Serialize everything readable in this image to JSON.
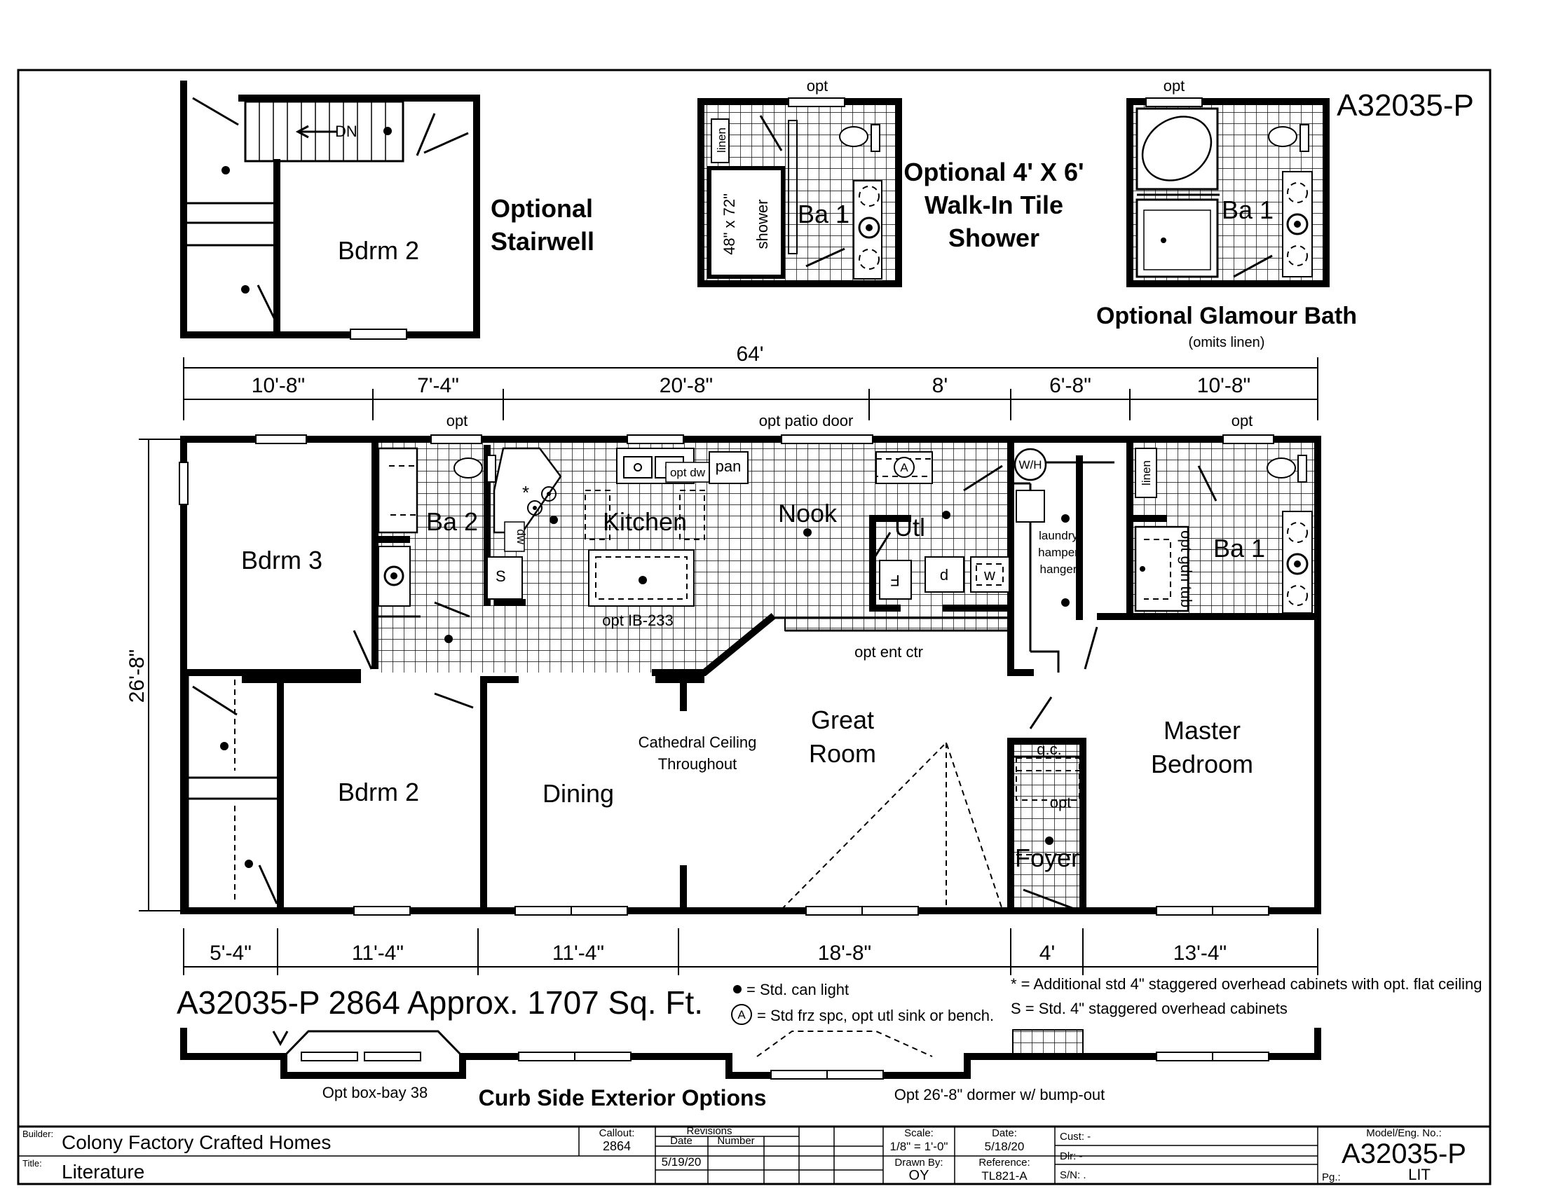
{
  "model_code": "A32035-P",
  "summary": "A32035-P 2864  Approx. 1707 Sq. Ft.",
  "inset_stairwell": {
    "title_line1": "Optional",
    "title_line2": "Stairwell",
    "room": "Bdrm 2",
    "stair": "DN"
  },
  "inset_shower": {
    "title_line1": "Optional 4' X 6'",
    "title_line2": "Walk-In Tile",
    "title_line3": "Shower",
    "opt": "opt",
    "linen": "linen",
    "shower_size": "48\" x 72\"",
    "shower": "shower",
    "room": "Ba 1"
  },
  "inset_glamour": {
    "title": "Optional Glamour Bath",
    "subtitle": "(omits linen)",
    "opt": "opt",
    "room": "Ba 1"
  },
  "dimensions": {
    "overall_width": "64'",
    "overall_depth": "26'-8\"",
    "top": [
      "10'-8\"",
      "7'-4\"",
      "20'-8\"",
      "8'",
      "6'-8\"",
      "10'-8\""
    ],
    "bottom": [
      "5'-4\"",
      "11'-4\"",
      "11'-4\"",
      "18'-8\"",
      "4'",
      "13'-4\""
    ]
  },
  "rooms": {
    "bdrm3": "Bdrm 3",
    "ba2": "Ba 2",
    "kitchen": "Kitchen",
    "nook": "Nook",
    "utl": "Utl",
    "ba1": "Ba 1",
    "bdrm2": "Bdrm 2",
    "dining": "Dining",
    "great_room_1": "Great",
    "great_room_2": "Room",
    "master_1": "Master",
    "master_2": "Bedroom",
    "foyer": "Foyer"
  },
  "labels": {
    "opt_ba2": "opt",
    "opt_patio": "opt patio door",
    "opt_master": "opt",
    "opt_dw": "opt dw",
    "pan": "pan",
    "dw": "dw",
    "s": "S",
    "star": "*",
    "opt_ib": "opt IB-233",
    "opt_ent_ctr": "opt ent ctr",
    "cathedral_1": "Cathedral Ceiling",
    "cathedral_2": "Throughout",
    "laundry_1": "laundry",
    "laundry_2": "hamper",
    "laundry_3": "hanger",
    "linen": "linen",
    "opt_gdn_tub": "opt gdn tub",
    "gc": "g.c.",
    "opt_foyer": "opt",
    "d": "d",
    "w": "w",
    "f": "F",
    "a": "A",
    "wh": "W/H"
  },
  "legend": {
    "can_light": "= Std. can light",
    "frz_spc": "= Std frz spc, opt utl sink or bench.",
    "star_note": "* = Additional std 4\" staggered overhead cabinets with opt. flat ceiling",
    "s_note": "S = Std. 4\" staggered overhead cabinets"
  },
  "exterior": {
    "title": "Curb Side Exterior Options",
    "box_bay": "Opt box-bay 38",
    "dormer": "Opt 26'-8\" dormer w/ bump-out"
  },
  "title_block": {
    "builder_label": "Builder:",
    "builder": "Colony Factory Crafted Homes",
    "title_label": "Title:",
    "title": "Literature",
    "callout_label": "Callout:",
    "callout": "2864",
    "revisions_label": "Revisions",
    "date_label": "Date",
    "number_label": "Number",
    "rev_date": "5/19/20",
    "scale_label": "Scale:",
    "scale": "1/8\" = 1'-0\"",
    "drawn_label": "Drawn By:",
    "drawn": "OY",
    "date2_label": "Date:",
    "date2": "5/18/20",
    "ref_label": "Reference:",
    "ref": "TL821-A",
    "cust": "Cust: -",
    "dlr": "Dlr:  -",
    "sn": "S/N:  .",
    "model_label": "Model/Eng. No.:",
    "model": "A32035-P",
    "pg_label": "Pg.:",
    "pg": "LIT"
  }
}
